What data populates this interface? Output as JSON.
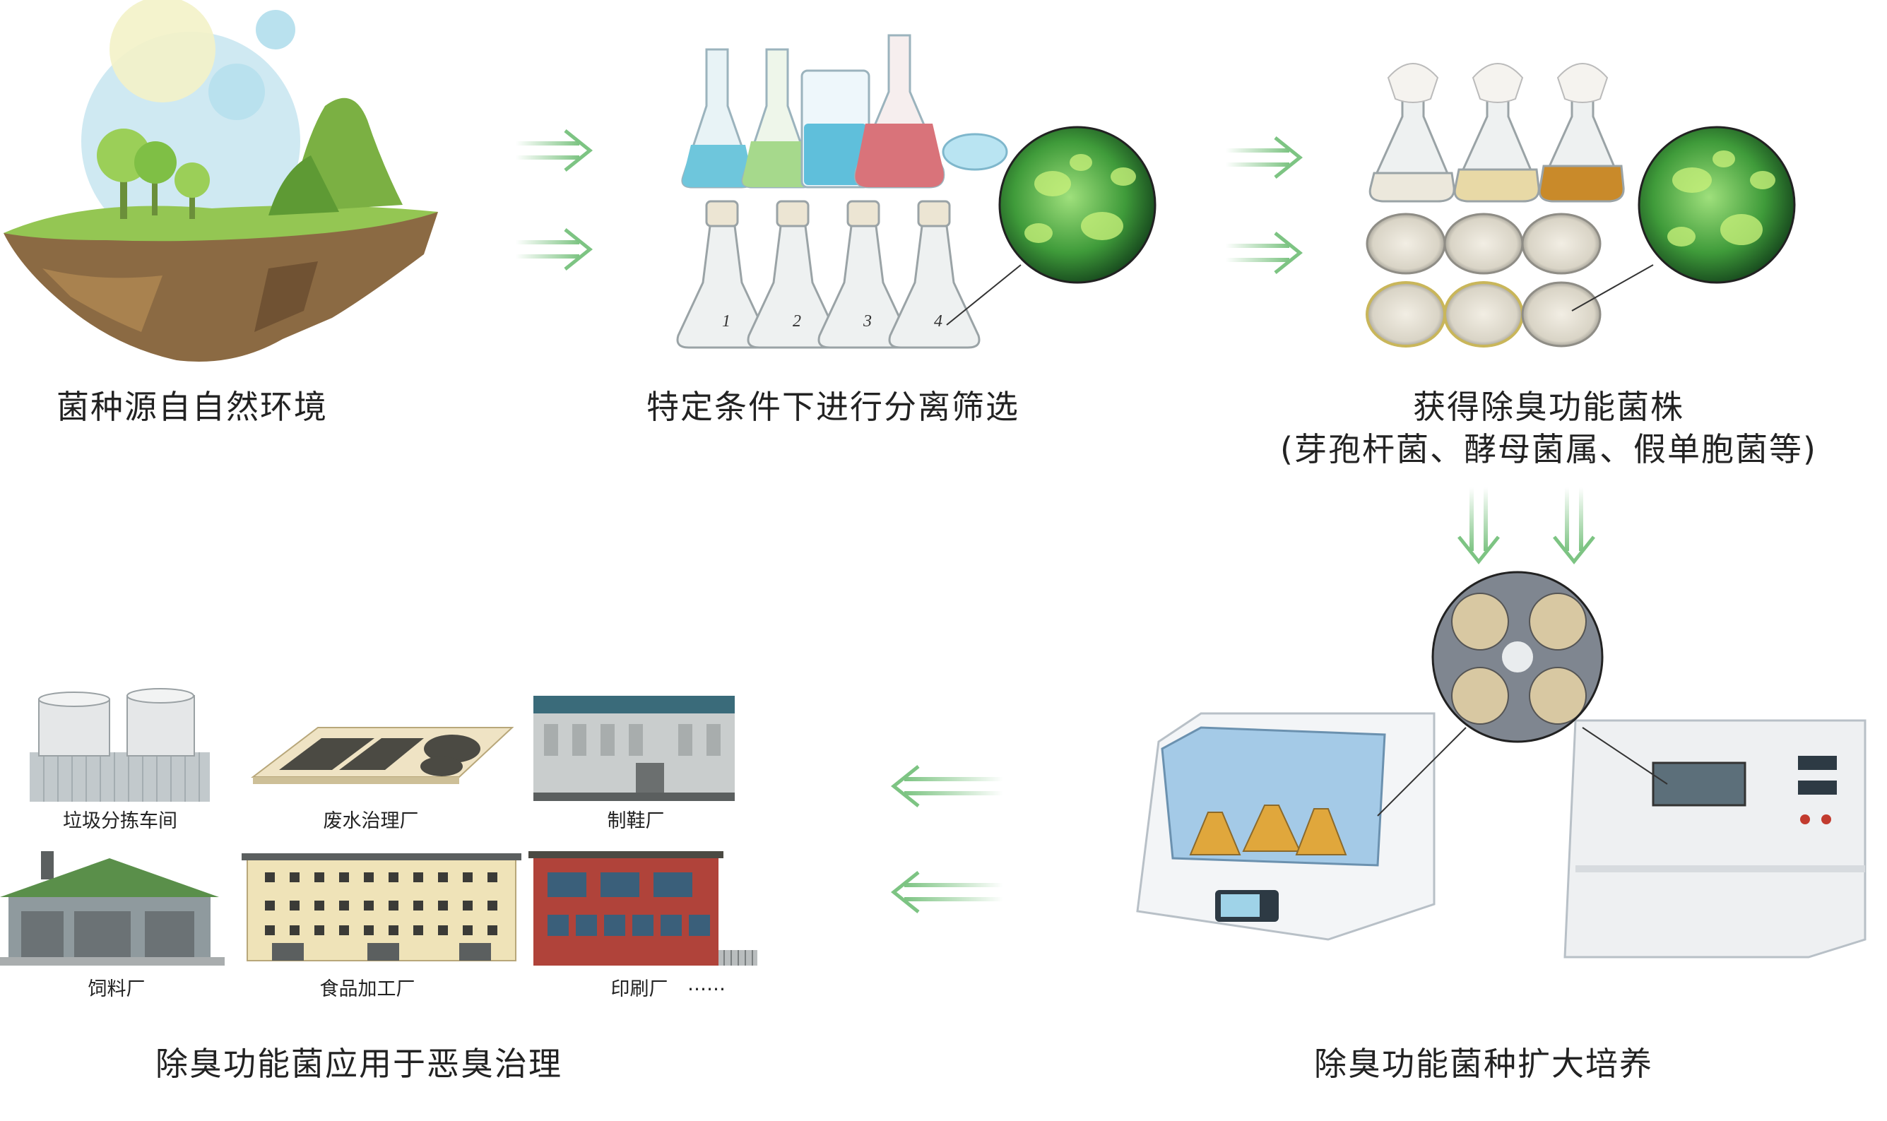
{
  "steps": [
    {
      "label": "菌种源自自然环境"
    },
    {
      "label": "特定条件下进行分离筛选"
    },
    {
      "label": "获得除臭功能菌株",
      "sublabel": "(芽孢杆菌、酵母菌属、假单胞菌等)"
    },
    {
      "label": "除臭功能菌种扩大培养"
    },
    {
      "label": "除臭功能菌应用于恶臭治理"
    }
  ],
  "factories": [
    {
      "label": "垃圾分拣车间"
    },
    {
      "label": "废水治理厂"
    },
    {
      "label": "制鞋厂"
    },
    {
      "label": "饲料厂"
    },
    {
      "label": "食品加工厂"
    },
    {
      "label": "印刷厂"
    }
  ],
  "ellipsis": "……",
  "flask_numbers": [
    "1",
    "2",
    "3",
    "4"
  ],
  "colors": {
    "arrow": "#7dc483",
    "microbe": "#3f9b3a",
    "flask_blue": "#6ec6dc",
    "flask_red": "#d9737a",
    "culture": "#e0a73c",
    "factory_roof": "#3a6b7a",
    "brick": "#b0433a"
  }
}
